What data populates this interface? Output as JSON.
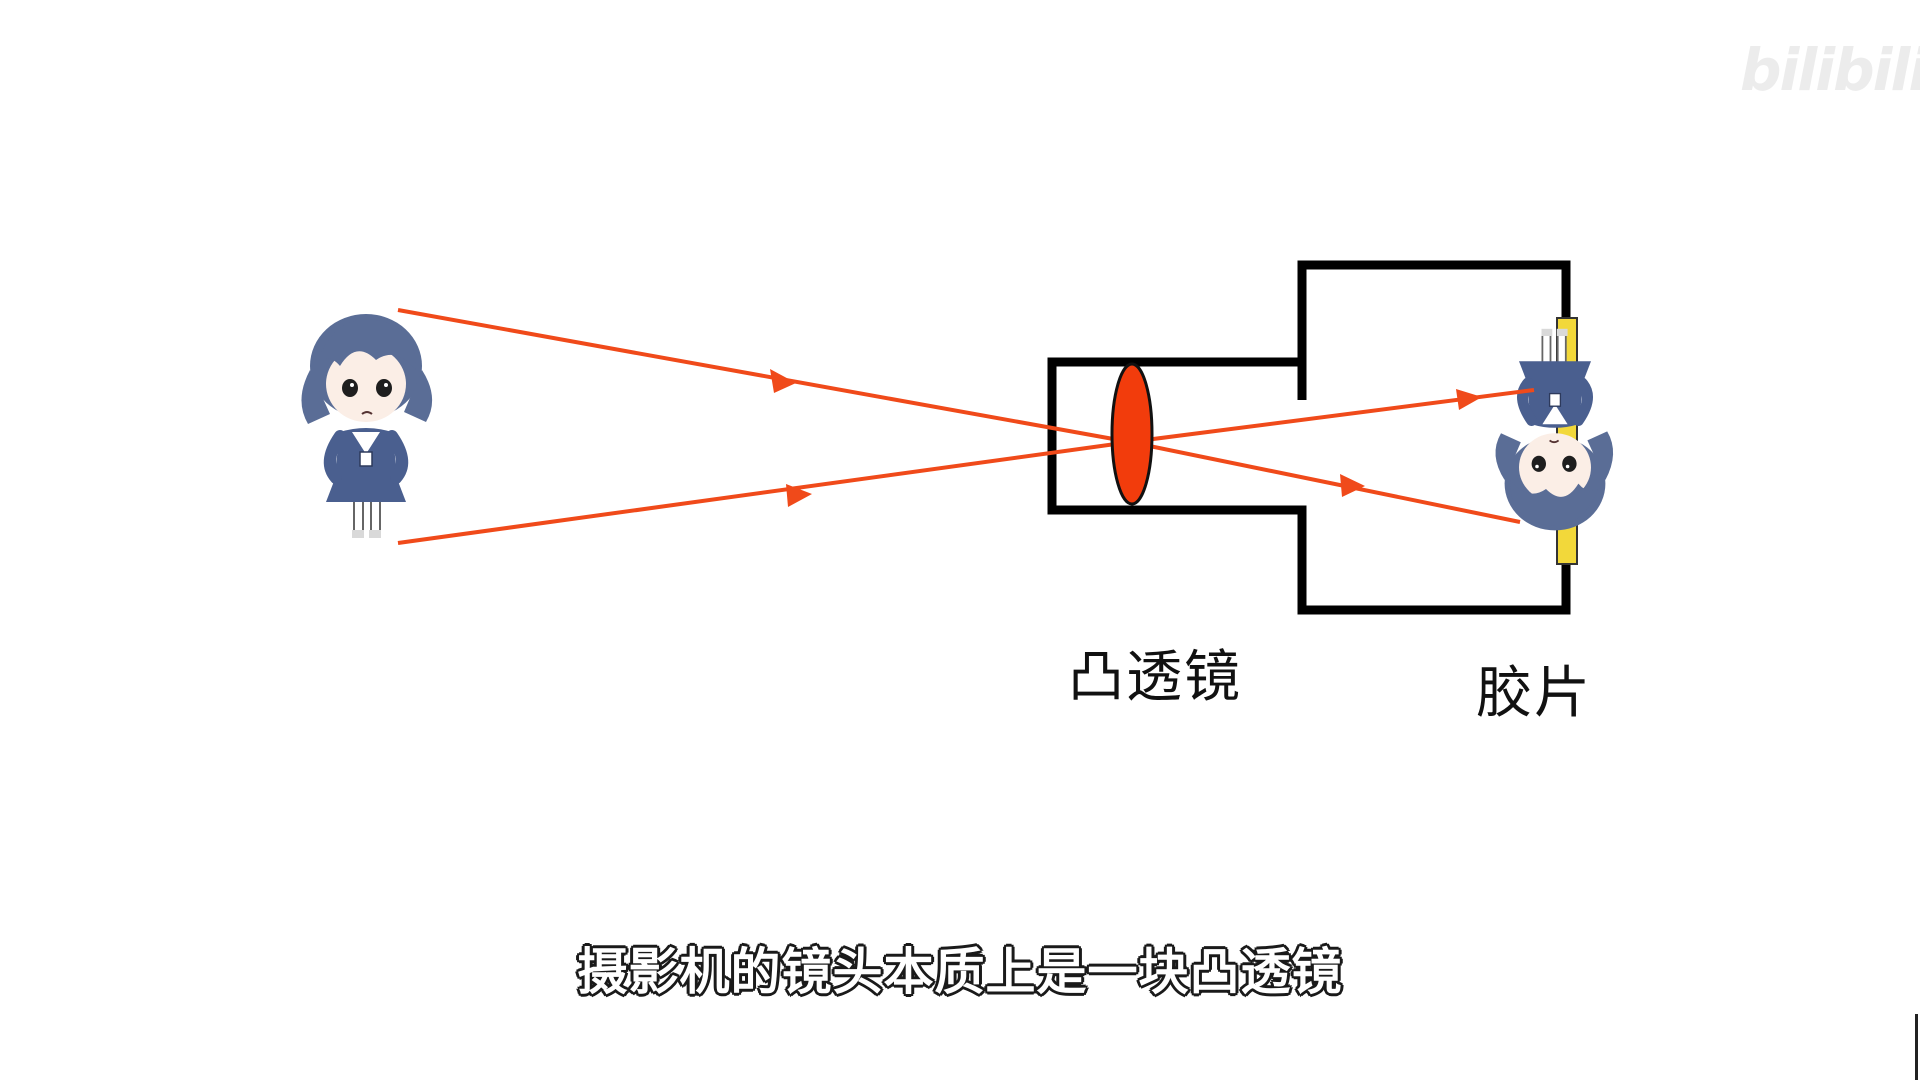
{
  "labels": {
    "lens": "凸透镜",
    "film": "胶片"
  },
  "subtitle": "摄影机的镜头本质上是一块凸透镜",
  "watermark": "bilibili",
  "colors": {
    "ray": "#f04a1a",
    "lens_fill": "#f23c0c",
    "camera_outline": "#000000",
    "film_strip": "#f2d83a",
    "character_hair": "#5a6d96",
    "character_uniform": "#4a5f8f"
  },
  "icons": {
    "object": "girl-character-upright",
    "image": "girl-character-inverted"
  }
}
